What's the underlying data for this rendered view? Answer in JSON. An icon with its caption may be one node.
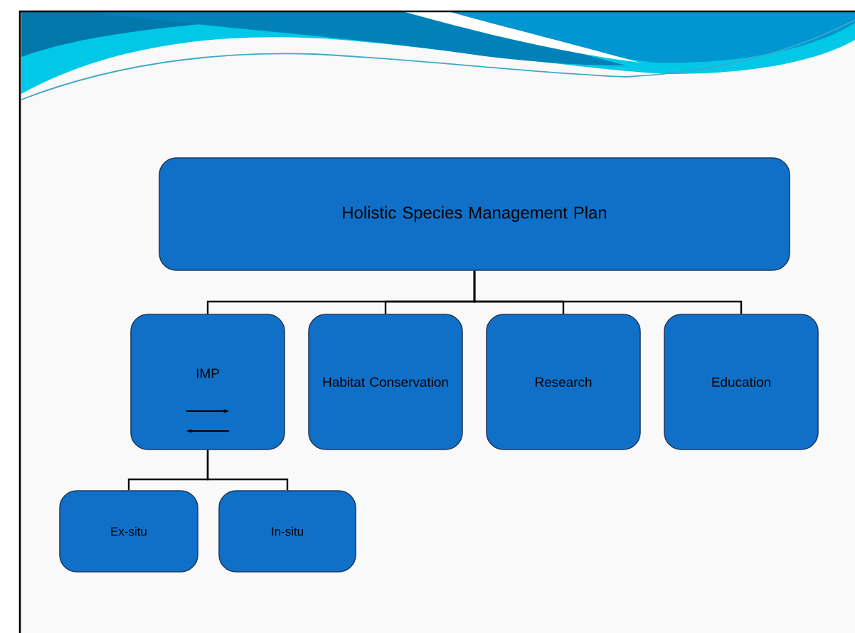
{
  "diagram": {
    "nodes": [
      {
        "text": [
          "Holistic Species Management Plan"
        ]
      },
      {
        "text": [
          "IMP"
        ]
      },
      {
        "text": [
          "Habitat Conservation"
        ]
      },
      {
        "text": [
          "Research"
        ]
      },
      {
        "text": [
          "Education"
        ]
      },
      {
        "text": [
          "Ex-situ"
        ]
      },
      {
        "text": [
          "In-situ"
        ]
      }
    ],
    "edges": [
      {
        "from": 0,
        "to": 1,
        "arrow": "none"
      },
      {
        "from": 0,
        "to": 2,
        "arrow": "none"
      },
      {
        "from": 0,
        "to": 3,
        "arrow": "none"
      },
      {
        "from": 0,
        "to": 4,
        "arrow": "none"
      },
      {
        "from": 1,
        "to": 5,
        "arrow": "none"
      },
      {
        "from": 1,
        "to": 6,
        "arrow": "none"
      }
    ]
  }
}
